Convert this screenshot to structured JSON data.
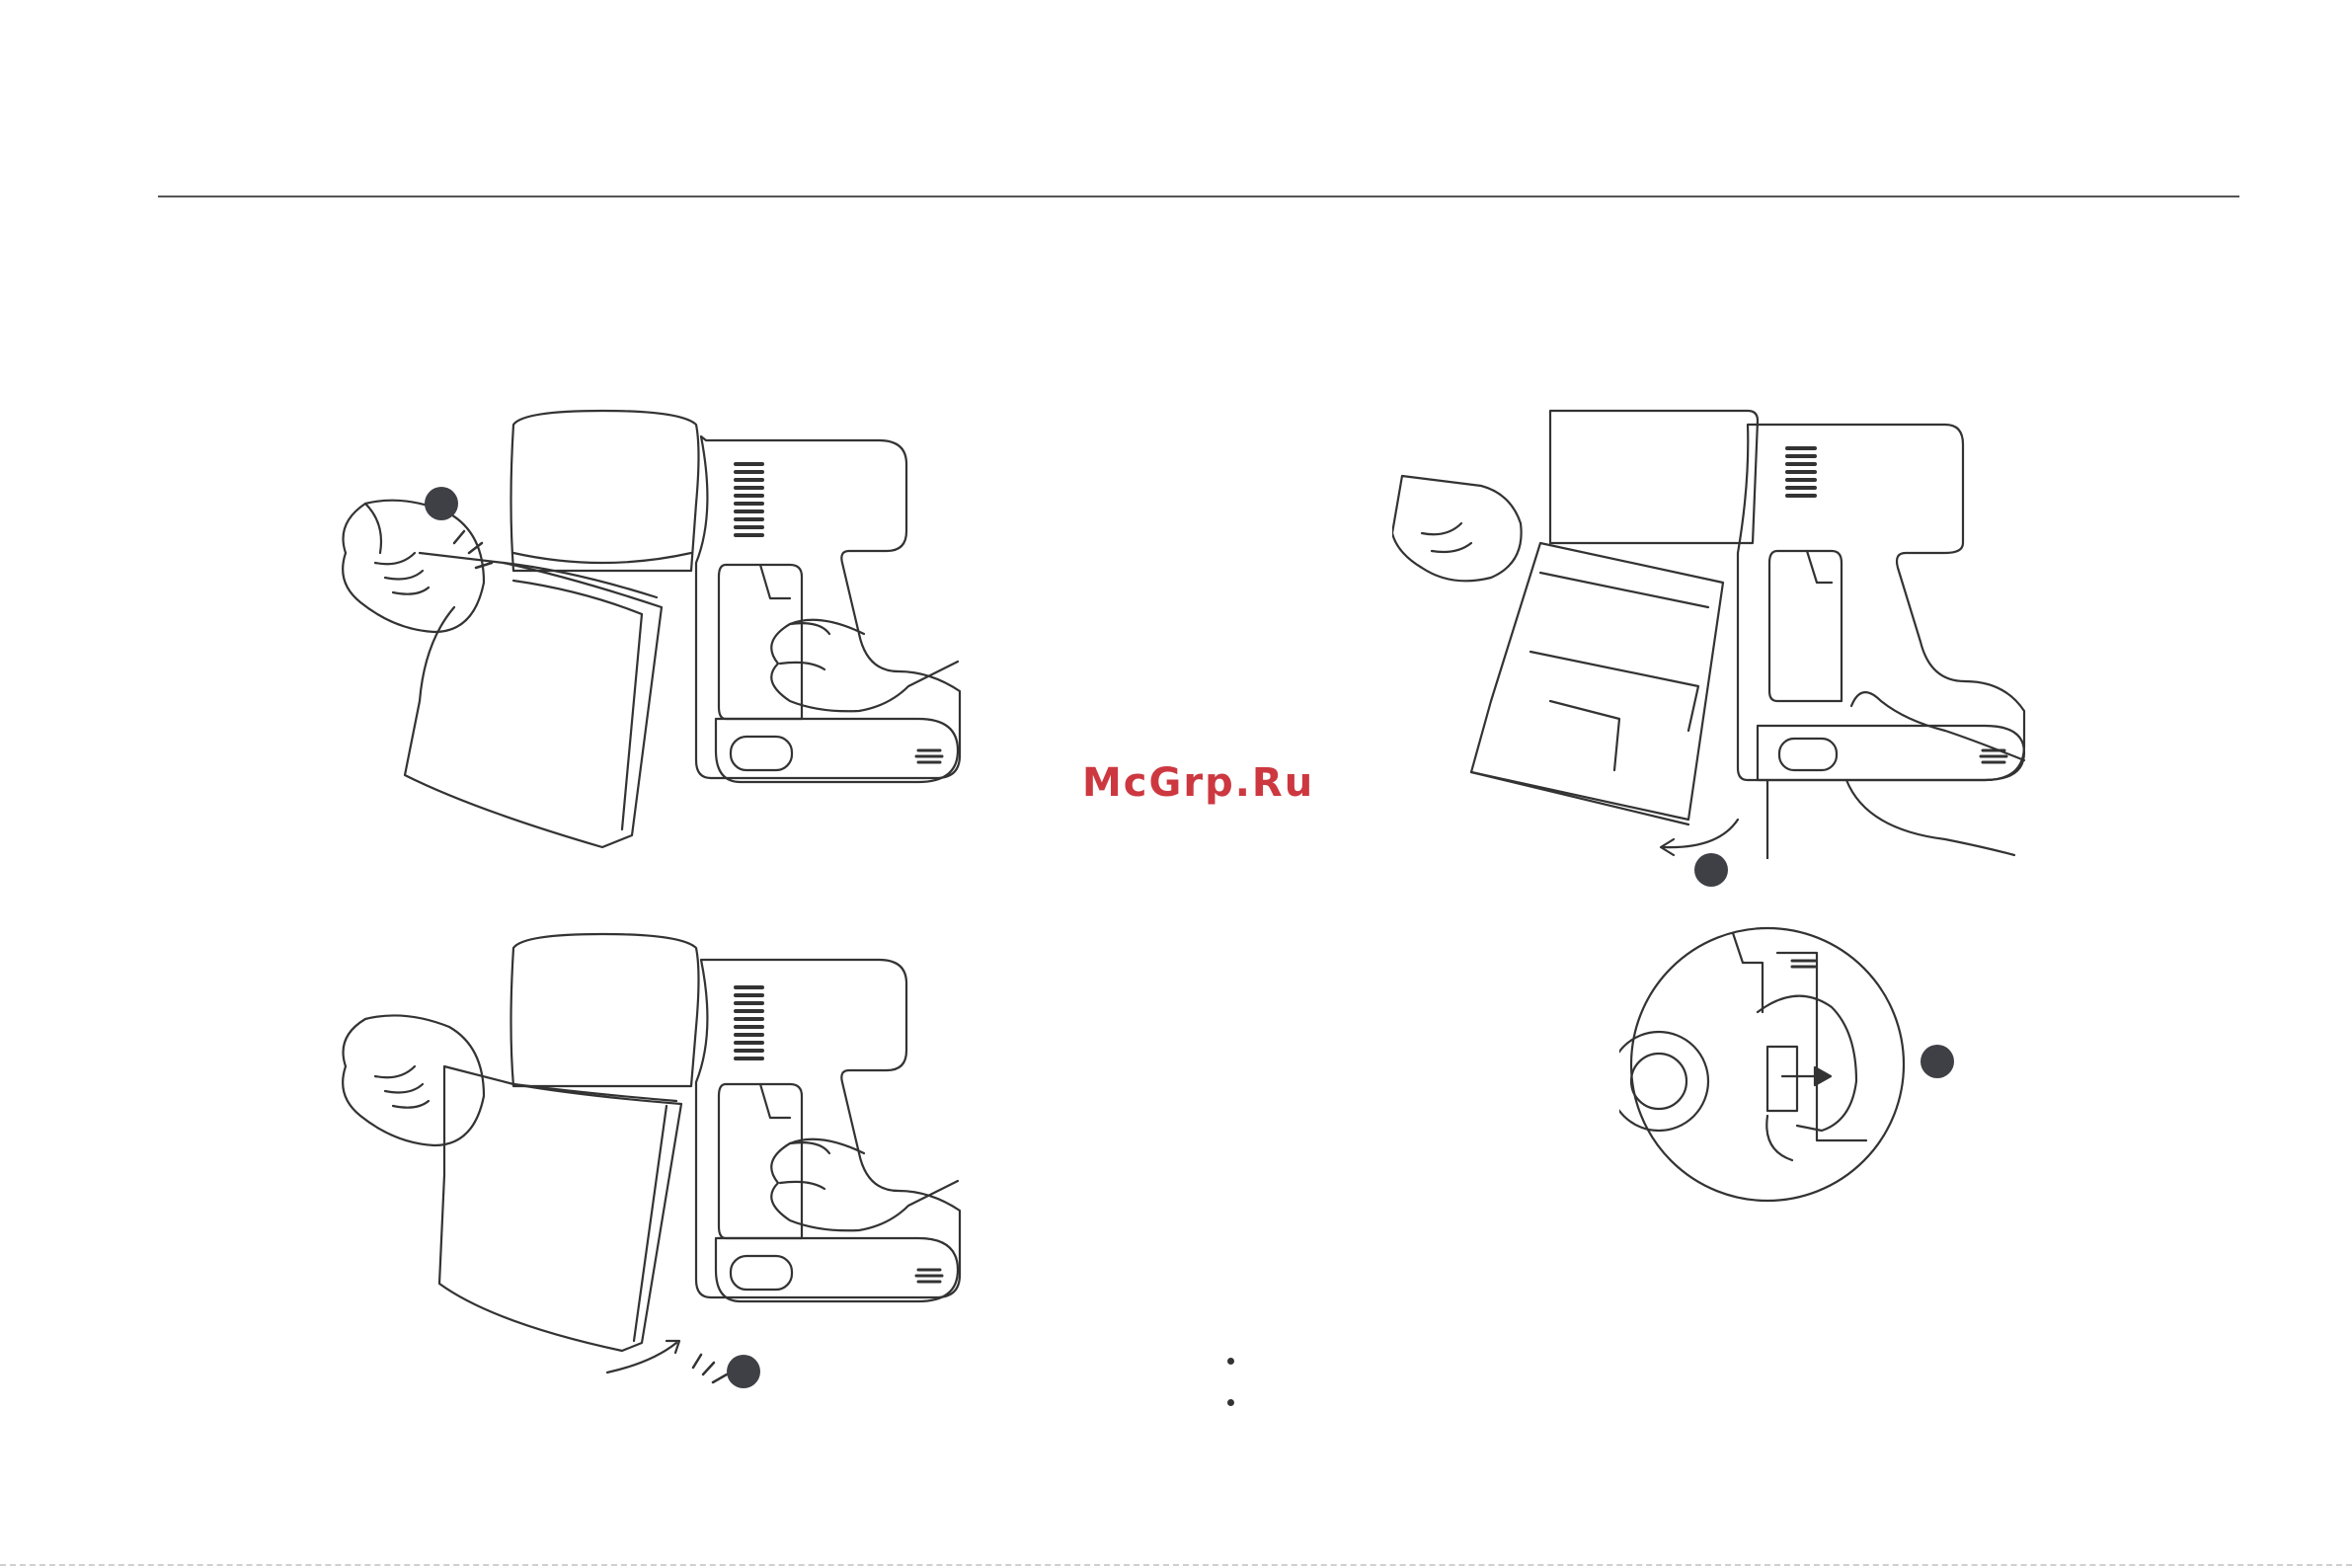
{
  "watermark": {
    "text": "McGrp.Ru",
    "color": "#c8232c"
  },
  "colors": {
    "line": "#333333",
    "badge": "#3f3f46",
    "rule": "#555555"
  },
  "figures": [
    {
      "id": "fig-remove-bin-step1",
      "description_icon": "vacuum-bin-remove-icon"
    },
    {
      "id": "fig-install-bin-step2",
      "description_icon": "vacuum-bin-install-icon"
    },
    {
      "id": "fig-open-bin-lid",
      "description_icon": "vacuum-bin-open-icon"
    },
    {
      "id": "fig-release-latch-detail",
      "description_icon": "latch-detail-icon"
    }
  ]
}
